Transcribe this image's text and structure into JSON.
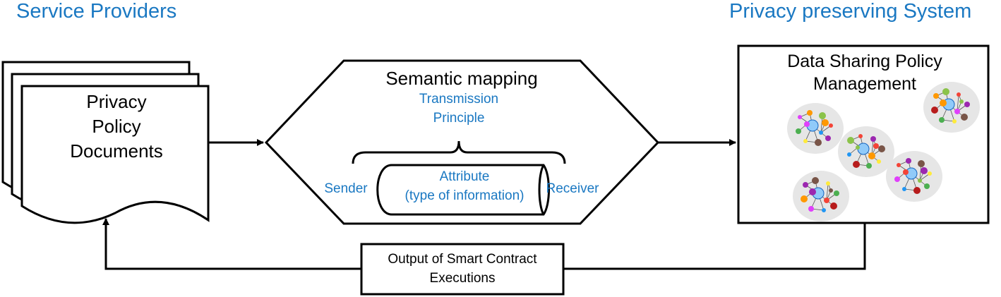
{
  "headings": {
    "left": "Service Providers",
    "right": "Privacy preserving System"
  },
  "documents": {
    "lines": [
      "Privacy",
      "Policy",
      "Documents"
    ]
  },
  "semantic": {
    "title": "Semantic mapping",
    "principle_lines": [
      "Transmission",
      "Principle"
    ],
    "attribute_lines": [
      "Attribute",
      "(type of information)"
    ],
    "sender": "Sender",
    "receiver": "Receiver"
  },
  "system": {
    "title_lines": [
      "Data Sharing Policy",
      "Management"
    ],
    "graph_icon": "network-graph-icon",
    "graph_count": 5
  },
  "output": {
    "lines": [
      "Output of Smart Contract",
      "Executions"
    ]
  },
  "colors": {
    "accent": "#1a78c2",
    "stroke": "#000000",
    "graph_bg": "#e6e6e6"
  }
}
